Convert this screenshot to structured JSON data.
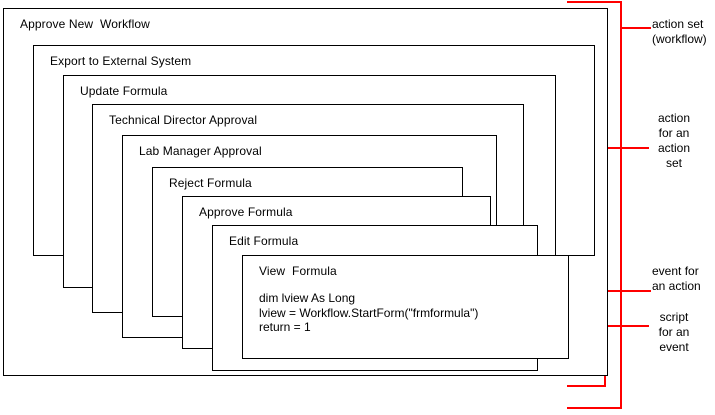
{
  "diagram": {
    "title": "Workflow action-set nesting diagram",
    "line_color_boxes": "#000000",
    "line_color_annotations": "#ff0000",
    "background": "#ffffff"
  },
  "boxes": [
    {
      "label": "Approve New  Workflow",
      "level": 1,
      "kind": "action-set"
    },
    {
      "label": "Export to External System",
      "level": 2,
      "kind": "action"
    },
    {
      "label": "Update Formula",
      "level": 3,
      "kind": "action"
    },
    {
      "label": "Technical Director Approval",
      "level": 4,
      "kind": "action"
    },
    {
      "label": "Lab Manager Approval",
      "level": 5,
      "kind": "action"
    },
    {
      "label": "Reject Formula",
      "level": 6,
      "kind": "action"
    },
    {
      "label": "Approve Formula",
      "level": 7,
      "kind": "action"
    },
    {
      "label": "Edit Formula",
      "level": 8,
      "kind": "event"
    },
    {
      "label": "View  Formula",
      "level": 9,
      "kind": "event"
    }
  ],
  "script": {
    "owner_box": "View  Formula",
    "lines": [
      "dim lview As Long",
      "lview = Workflow.StartForm(\"frmformula\")",
      "return = 1"
    ],
    "text": "dim lview As Long\nlview = Workflow.StartForm(\"frmformula\")\nreturn = 1"
  },
  "annotations": [
    {
      "id": "action-set",
      "text": "action set\n(workflow)",
      "align": "left"
    },
    {
      "id": "action",
      "text": "action\nfor an\naction\nset",
      "align": "center"
    },
    {
      "id": "event",
      "text": "event for\nan action",
      "align": "left"
    },
    {
      "id": "script",
      "text": "script\nfor an\nevent",
      "align": "center"
    }
  ]
}
